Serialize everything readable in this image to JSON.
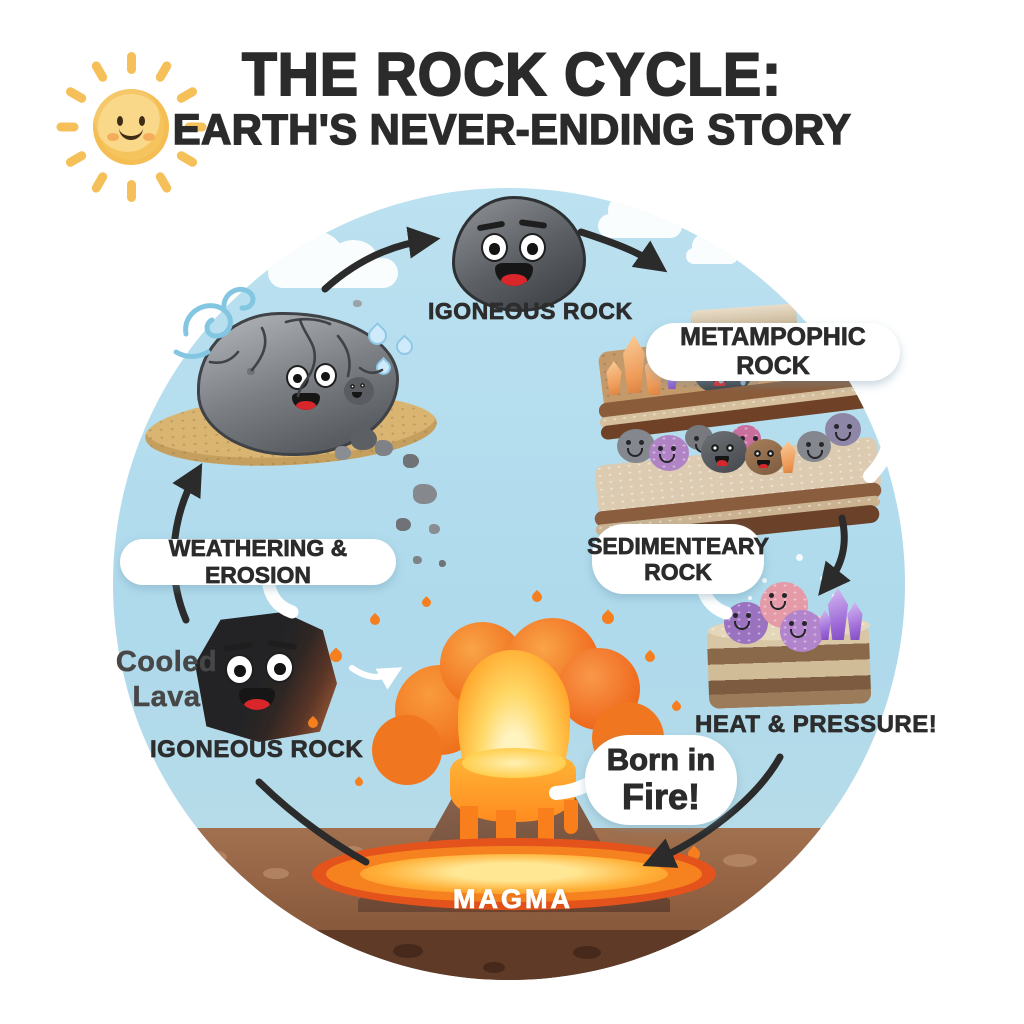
{
  "title": {
    "line1": "THE ROCK CYCLE:",
    "line2": "EARTH'S NEVER-ENDING STORY"
  },
  "stages": {
    "igneous_top": {
      "label": "IGONEOUS ROCK"
    },
    "metamorphic": {
      "label": "METAMPOPHIC ROCK"
    },
    "sedimentary": {
      "line1": "SEDIMENTEARY",
      "line2": "ROCK"
    },
    "heat_pressure": {
      "label": "HEAT & PRESSURE!"
    },
    "weathering": {
      "label": "WEATHERING & EROSION"
    },
    "cooled_lava": {
      "caption1": "Cooled",
      "caption2": "Lava",
      "label": "IGONEOUS ROCK"
    },
    "magma": {
      "label": "MAGMA"
    },
    "born_in_fire": {
      "line1": "Born in",
      "line2": "Fire!"
    }
  },
  "icons": [
    "sun-smiley-icon",
    "cloud-icon",
    "wind-swirl-icon",
    "raindrop-icon",
    "curved-arrow-icon",
    "speech-bubble",
    "rock-face-icon",
    "crystal-icon",
    "volcano-icon",
    "magma-pool-icon",
    "press-stone-icon"
  ],
  "colors": {
    "sky": "#b5ddee",
    "sun_body": "#f6c45c",
    "sun_ray": "#f5c05a",
    "arrow": "#2b2b2b",
    "bubble_bg": "#ffffff",
    "text": "#2d2d2d",
    "magma_core": "#ffe794",
    "lava_orange": "#f6821f",
    "lava_deep": "#e4531b",
    "volcano_brown": "#8d6750",
    "soil": "#9b6b4f",
    "bedrock": "#5e3a27",
    "sand": "#d9b571",
    "rock_gray": "#6f7377",
    "rock_black": "#26262a",
    "crystal_orange": "#f0a268",
    "crystal_purple": "#9a66d6",
    "wind_blue": "#82c6e2"
  }
}
